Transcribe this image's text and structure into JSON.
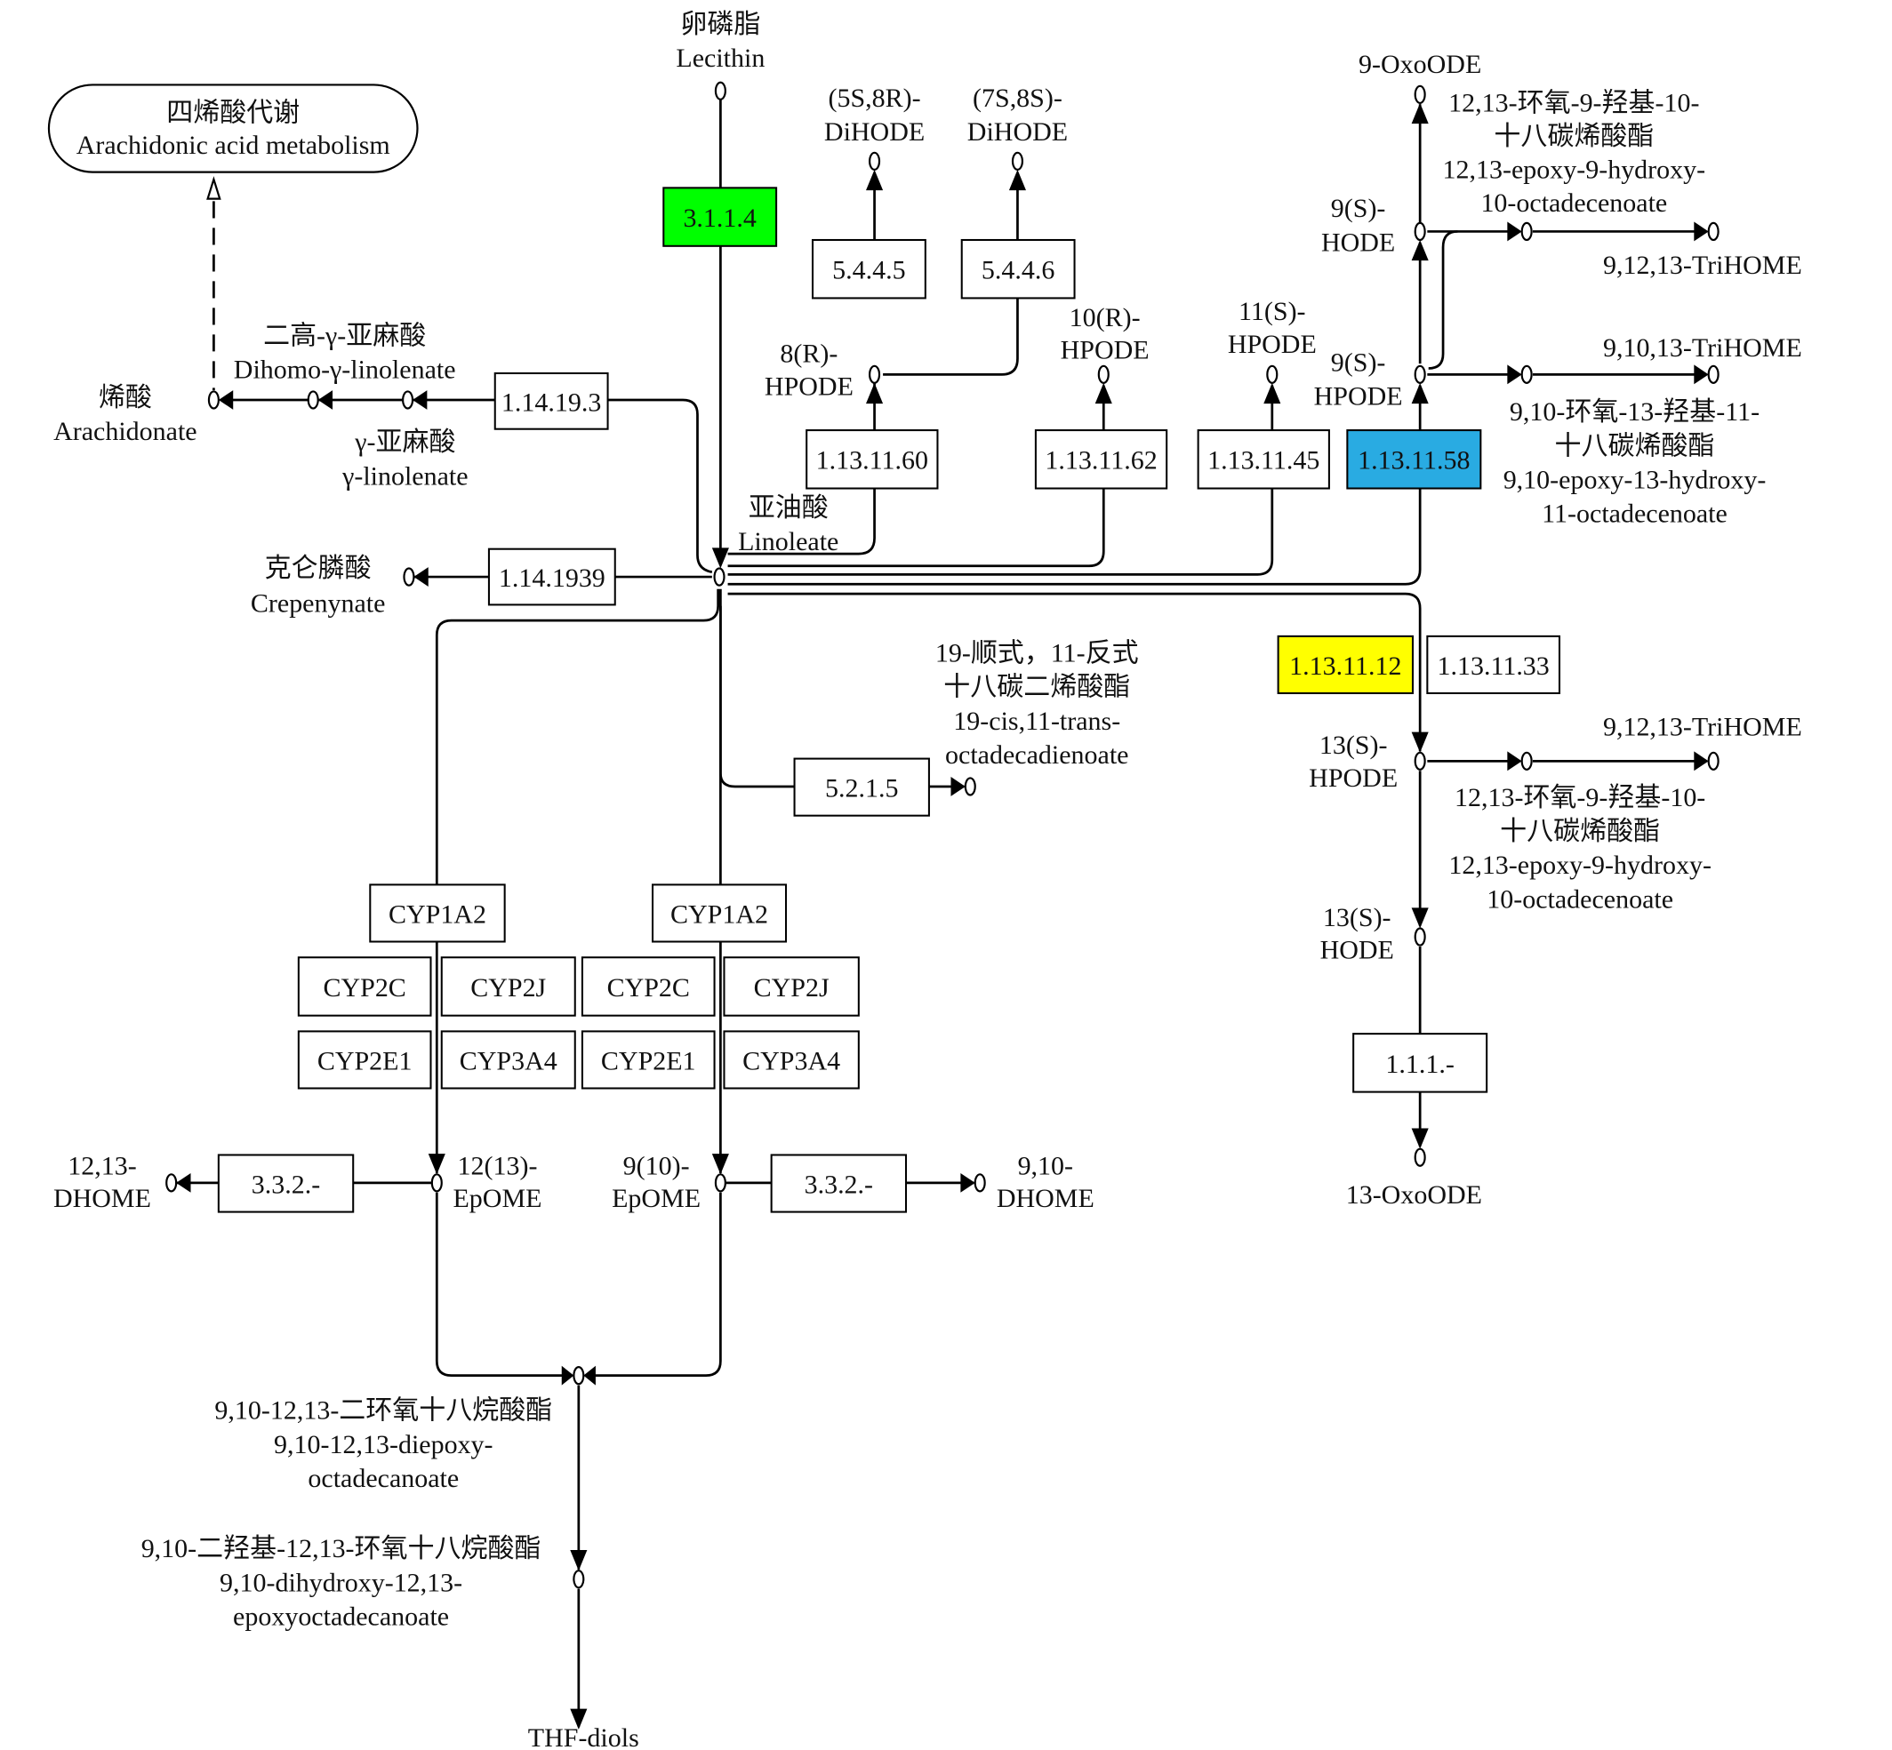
{
  "map_link": {
    "zh": "四烯酸代谢",
    "en": "Arachidonic acid metabolism"
  },
  "enzymes": {
    "e3114": {
      "label": "3.1.1.4",
      "color": "#00ff00"
    },
    "e54445": {
      "label": "5.4.4.5",
      "color": "#ffffff"
    },
    "e54446": {
      "label": "5.4.4.6",
      "color": "#ffffff"
    },
    "e114193": {
      "label": "1.14.19.3",
      "color": "#ffffff"
    },
    "e1141939": {
      "label": "1.14.1939",
      "color": "#ffffff"
    },
    "e1131160": {
      "label": "1.13.11.60",
      "color": "#ffffff"
    },
    "e1131162": {
      "label": "1.13.11.62",
      "color": "#ffffff"
    },
    "e1131145": {
      "label": "1.13.11.45",
      "color": "#ffffff"
    },
    "e1131158": {
      "label": "1.13.11.58",
      "color": "#29abe2"
    },
    "e1131112": {
      "label": "1.13.11.12",
      "color": "#ffff00"
    },
    "e1131133": {
      "label": "1.13.11.33",
      "color": "#ffffff"
    },
    "e5215": {
      "label": "5.2.1.5",
      "color": "#ffffff"
    },
    "e111": {
      "label": "1.1.1.-",
      "color": "#ffffff"
    },
    "cyp1a2_a": {
      "label": "CYP1A2",
      "color": "#ffffff"
    },
    "cyp2c_a": {
      "label": "CYP2C",
      "color": "#ffffff"
    },
    "cyp2j_a": {
      "label": "CYP2J",
      "color": "#ffffff"
    },
    "cyp2e1_a": {
      "label": "CYP2E1",
      "color": "#ffffff"
    },
    "cyp3a4_a": {
      "label": "CYP3A4",
      "color": "#ffffff"
    },
    "cyp1a2_b": {
      "label": "CYP1A2",
      "color": "#ffffff"
    },
    "cyp2c_b": {
      "label": "CYP2C",
      "color": "#ffffff"
    },
    "cyp2j_b": {
      "label": "CYP2J",
      "color": "#ffffff"
    },
    "cyp2e1_b": {
      "label": "CYP2E1",
      "color": "#ffffff"
    },
    "cyp3a4_b": {
      "label": "CYP3A4",
      "color": "#ffffff"
    },
    "e3332_a": {
      "label": "3.3.2.-",
      "color": "#ffffff"
    },
    "e3332_b": {
      "label": "3.3.2.-",
      "color": "#ffffff"
    }
  },
  "compounds": {
    "lecithin": [
      "卵磷脂",
      "Lecithin"
    ],
    "arachidonate": [
      "烯酸",
      "Arachidonate"
    ],
    "dihomo": [
      "二高-γ-亚麻酸",
      "Dihomo-γ-linolenate"
    ],
    "glinolenate": [
      "γ-亚麻酸",
      "γ-linolenate"
    ],
    "linoleate": [
      "亚油酸",
      "Linoleate"
    ],
    "crepenynate": [
      "克仑膦酸",
      "Crepenynate"
    ],
    "dihode58": [
      "(5S,8R)-",
      "DiHODE"
    ],
    "dihode78": [
      "(7S,8S)-",
      "DiHODE"
    ],
    "hpode8r": [
      "8(R)-",
      "HPODE"
    ],
    "hpode10r": [
      "10(R)-",
      "HPODE"
    ],
    "hpode11s": [
      "11(S)-",
      "HPODE"
    ],
    "hpode9s": [
      "9(S)-",
      "HPODE"
    ],
    "hode9s": [
      "9(S)-",
      "HODE"
    ],
    "oxoode9": [
      "9-OxoODE"
    ],
    "epoxyhydroxy_a": [
      "12,13-环氧-9-羟基-10-",
      "十八碳烯酸酯",
      "12,13-epoxy-9-hydroxy-",
      "10-octadecenoate"
    ],
    "trihome_a": [
      "9,12,13-TriHOME"
    ],
    "trihome_b": [
      "9,10,13-TriHOME"
    ],
    "epoxyhydroxy_b": [
      "9,10-环氧-13-羟基-11-",
      "十八碳烯酸酯",
      "9,10-epoxy-13-hydroxy-",
      "11-octadecenoate"
    ],
    "hpode13s": [
      "13(S)-",
      "HPODE"
    ],
    "trihome_c": [
      "9,12,13-TriHOME"
    ],
    "epoxyhydroxy_c": [
      "12,13-环氧-9-羟基-10-",
      "十八碳烯酸酯",
      "12,13-epoxy-9-hydroxy-",
      "10-octadecenoate"
    ],
    "hode13s": [
      "13(S)-",
      "HODE"
    ],
    "oxoode13": [
      "13-OxoODE"
    ],
    "cis_trans": [
      "19-顺式，11-反式",
      "十八碳二烯酸酯",
      "19-cis,11-trans-",
      "octadecadienoate"
    ],
    "epome12": [
      "12(13)-",
      "EpOME"
    ],
    "epome9": [
      "9(10)-",
      "EpOME"
    ],
    "dhome12": [
      "12,13-",
      "DHOME"
    ],
    "dhome9": [
      "9,10-",
      "DHOME"
    ],
    "diepoxy": [
      "9,10-12,13-二环氧十八烷酸酯",
      "9,10-12,13-diepoxy-",
      "octadecanoate"
    ],
    "dihydroxy": [
      "9,10-二羟基-12,13-环氧十八烷酸酯",
      "9,10-dihydroxy-12,13-",
      "epoxyoctadecanoate"
    ],
    "thf": [
      "THF-diols"
    ]
  }
}
